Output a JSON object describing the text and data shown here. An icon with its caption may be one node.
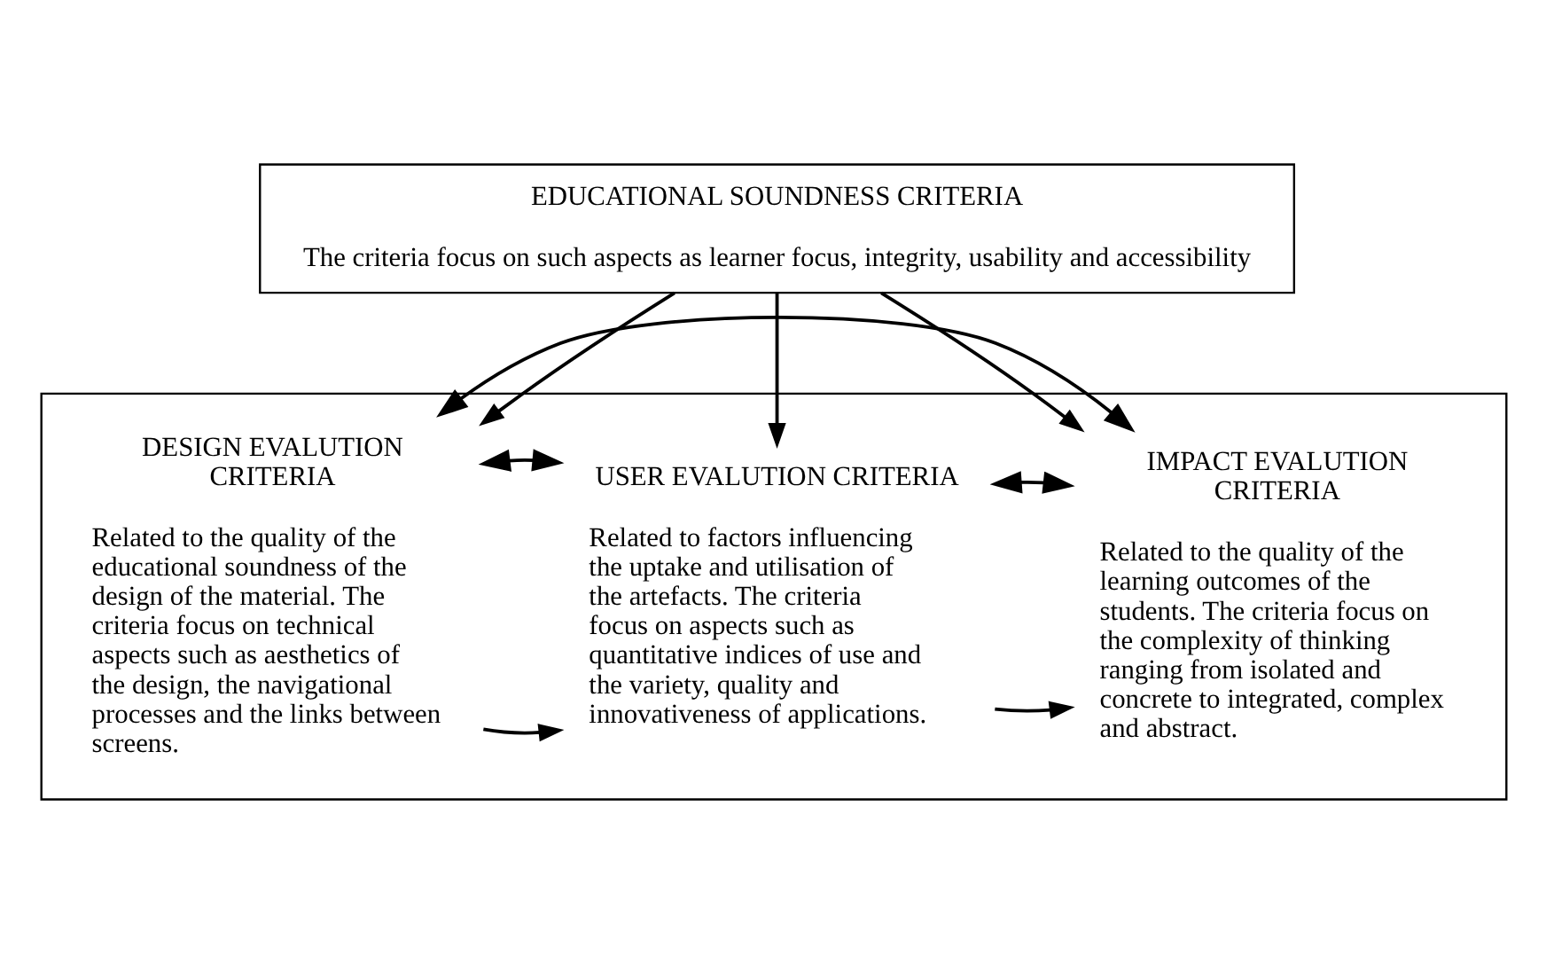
{
  "diagram": {
    "nodes": [
      {
        "text": [
          "EDUCATIONAL SOUNDNESS CRITERIA",
          "The criteria focus on such aspects as learner focus, integrity, usability and accessibility"
        ]
      },
      {
        "text": [],
        "shape": "box"
      },
      {
        "text": [
          "DESIGN EVALUTION CRITERIA",
          "Related to the quality of the educational soundness of the design of the material. The criteria focus on technical aspects such as aesthetics of the design, the navigational processes and the links between screens."
        ],
        "in": 1
      },
      {
        "text": [
          "USER EVALUTION CRITERIA",
          "Related to factors influencing the uptake and utilisation of the artefacts. The criteria focus on aspects such as quantitative indices of use and the variety, quality and innovativeness of applications."
        ],
        "in": 1
      },
      {
        "text": [
          "IMPACT EVALUTION CRITERIA",
          "Related to the quality of the learning outcomes of the students. The criteria focus on the complexity of thinking ranging from isolated and concrete to integrated, complex and abstract."
        ],
        "in": 1
      }
    ],
    "edges": [
      {
        "from": 0,
        "to": 2,
        "arrow": "to"
      },
      {
        "from": 0,
        "to": 3,
        "arrow": "to"
      },
      {
        "from": 0,
        "to": 4,
        "arrow": "to"
      },
      {
        "from": 2,
        "to": 3,
        "arrow": "to"
      },
      {
        "from": 3,
        "to": 4,
        "arrow": "to"
      },
      {
        "from": 2,
        "to": 3,
        "arrow": "both"
      },
      {
        "from": 3,
        "to": 4,
        "arrow": "both"
      },
      {
        "from": 2,
        "to": 4,
        "arrow": "both"
      }
    ]
  }
}
